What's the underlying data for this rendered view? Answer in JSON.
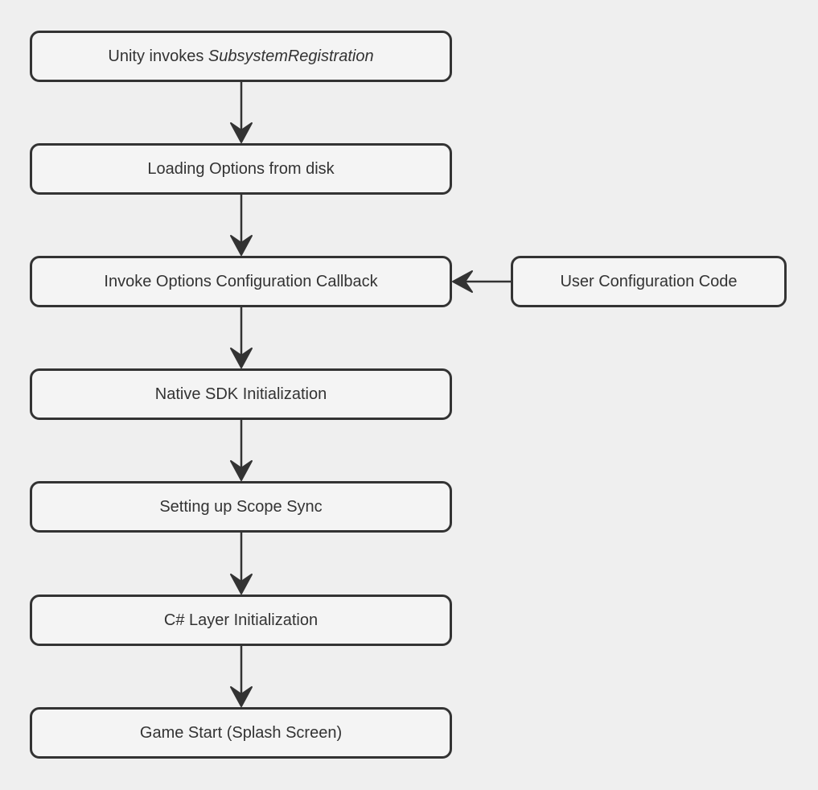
{
  "diagram": {
    "type": "flowchart",
    "direction": "top-down",
    "nodes": [
      {
        "id": "unity-invokes-subsystem-registration",
        "label_prefix": "Unity invokes ",
        "label_italic": "SubsystemRegistration"
      },
      {
        "id": "loading-options-from-disk",
        "label": "Loading Options from disk"
      },
      {
        "id": "invoke-options-configuration-callback",
        "label": "Invoke Options Configuration Callback"
      },
      {
        "id": "native-sdk-initialization",
        "label": "Native SDK Initialization"
      },
      {
        "id": "setting-up-scope-sync",
        "label": "Setting up Scope Sync"
      },
      {
        "id": "csharp-layer-initialization",
        "label": "C# Layer Initialization"
      },
      {
        "id": "game-start-splash-screen",
        "label": "Game Start (Splash Screen)"
      }
    ],
    "side_node": {
      "id": "user-configuration-code",
      "label": "User Configuration Code"
    },
    "edges": [
      {
        "from": "unity-invokes-subsystem-registration",
        "to": "loading-options-from-disk"
      },
      {
        "from": "loading-options-from-disk",
        "to": "invoke-options-configuration-callback"
      },
      {
        "from": "user-configuration-code",
        "to": "invoke-options-configuration-callback"
      },
      {
        "from": "invoke-options-configuration-callback",
        "to": "native-sdk-initialization"
      },
      {
        "from": "native-sdk-initialization",
        "to": "setting-up-scope-sync"
      },
      {
        "from": "setting-up-scope-sync",
        "to": "csharp-layer-initialization"
      },
      {
        "from": "csharp-layer-initialization",
        "to": "game-start-splash-screen"
      }
    ]
  },
  "colors": {
    "background": "#efefef",
    "node_fill": "#f4f4f4",
    "node_border": "#333333",
    "text": "#333333",
    "arrow": "#333333"
  }
}
